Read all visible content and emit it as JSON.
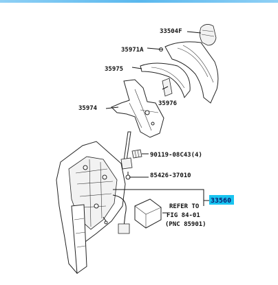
{
  "parts": {
    "p33504F": "33504F",
    "p35971A": "35971A",
    "p35975": "35975",
    "p35976": "35976",
    "p35974": "35974",
    "p90119": "90119-08C43(4)",
    "p85426": "85426-37010",
    "p33560": "33560"
  },
  "refer": {
    "line1": "REFER TO",
    "line2": "FIG 84-01",
    "line3": "(PNC 85901)"
  },
  "colors": {
    "highlight": "#19c4f0",
    "highlight_text": "#0a1a6e",
    "topbar": "#5ab8ee"
  }
}
